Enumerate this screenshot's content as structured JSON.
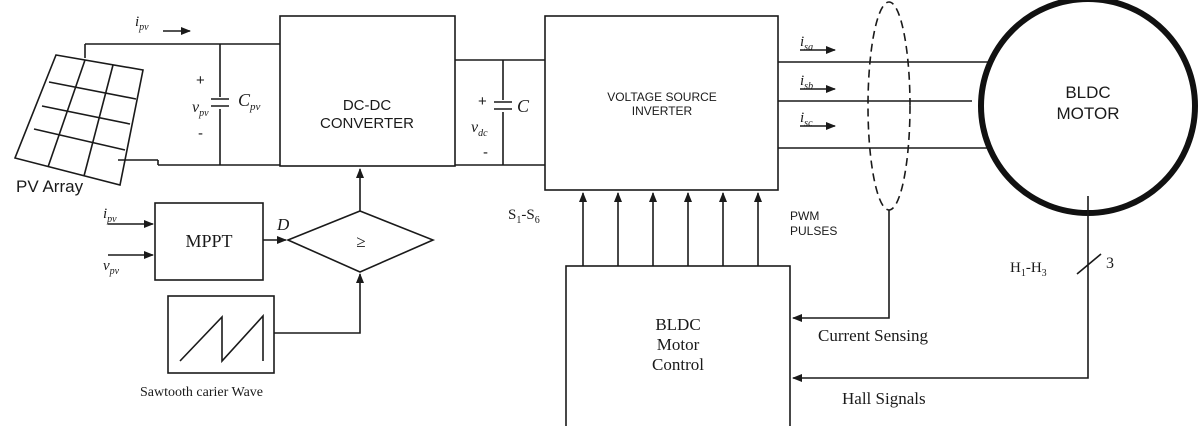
{
  "blocks": {
    "pv_array": "PV Array",
    "dc_dc_line1": "DC-DC",
    "dc_dc_line2": "CONVERTER",
    "vsi_line1": "VOLTAGE SOURCE",
    "vsi_line2": "INVERTER",
    "motor_line1": "BLDC",
    "motor_line2": "MOTOR",
    "mppt": "MPPT",
    "comparator": "≥",
    "control_line1": "BLDC",
    "control_line2": "Motor",
    "control_line3": "Control"
  },
  "labels": {
    "ipv_top": "i",
    "ipv_top_sub": "pv",
    "cpv": "C",
    "cpv_sub": "pv",
    "vpv_main": "v",
    "vpv_main_sub": "pv",
    "plus1": "+",
    "minus1": "-",
    "c_dc": "C",
    "vdc": "v",
    "vdc_sub": "dc",
    "plus2": "+",
    "minus2": "-",
    "isa": "i",
    "isa_sub": "sa",
    "isb": "i",
    "isb_sub": "sb",
    "isc": "i",
    "isc_sub": "sc",
    "ipv_mppt": "i",
    "ipv_mppt_sub": "pv",
    "vpv_mppt": "v",
    "vpv_mppt_sub": "pv",
    "duty": "D",
    "switches": "S",
    "switches_sub1": "1",
    "switches_mid": "-S",
    "switches_sub2": "6",
    "pwm_line1": "PWM",
    "pwm_line2": "PULSES",
    "hall_range": "H",
    "hall_sub1": "1",
    "hall_mid": "-H",
    "hall_sub2": "3",
    "hall_count": "3",
    "current_sensing": "Current Sensing",
    "hall_signals": "Hall Signals",
    "sawtooth": "Sawtooth carier Wave"
  }
}
